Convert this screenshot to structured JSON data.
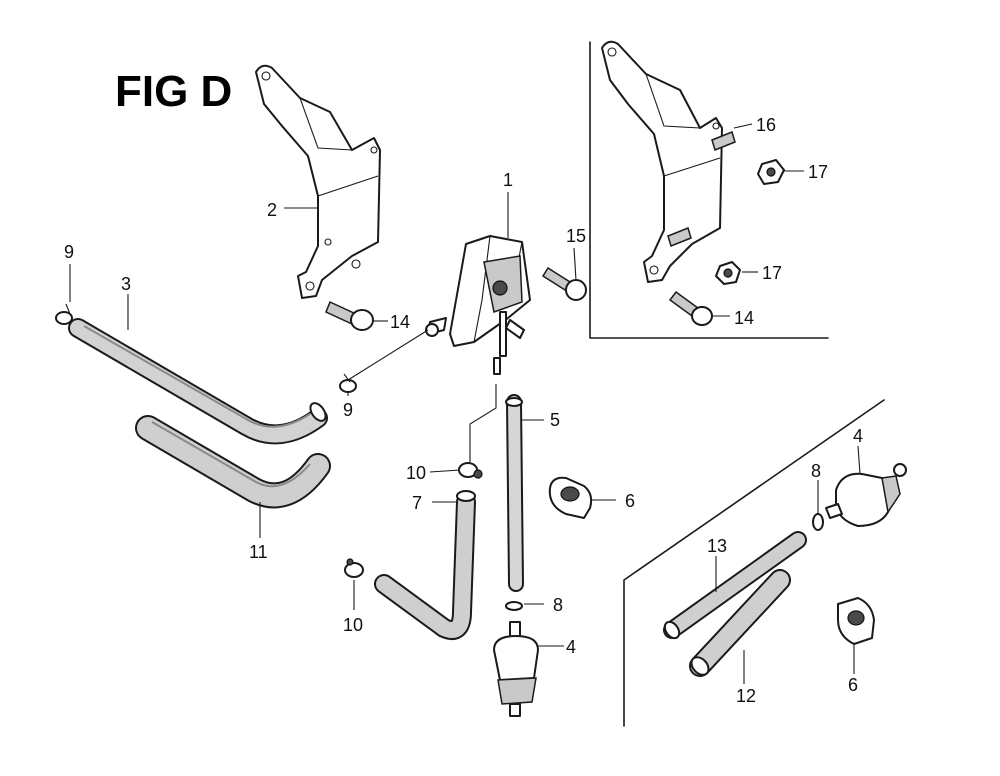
{
  "figure": {
    "title": "FIG D"
  },
  "labels": [
    {
      "id": "1",
      "text": "1"
    },
    {
      "id": "2",
      "text": "2"
    },
    {
      "id": "3",
      "text": "3"
    },
    {
      "id": "4a",
      "text": "4"
    },
    {
      "id": "4b",
      "text": "4"
    },
    {
      "id": "5",
      "text": "5"
    },
    {
      "id": "6a",
      "text": "6"
    },
    {
      "id": "6b",
      "text": "6"
    },
    {
      "id": "7",
      "text": "7"
    },
    {
      "id": "8a",
      "text": "8"
    },
    {
      "id": "8b",
      "text": "8"
    },
    {
      "id": "9a",
      "text": "9"
    },
    {
      "id": "9b",
      "text": "9"
    },
    {
      "id": "10a",
      "text": "10"
    },
    {
      "id": "10b",
      "text": "10"
    },
    {
      "id": "11",
      "text": "11"
    },
    {
      "id": "12",
      "text": "12"
    },
    {
      "id": "13",
      "text": "13"
    },
    {
      "id": "14a",
      "text": "14"
    },
    {
      "id": "14b",
      "text": "14"
    },
    {
      "id": "15",
      "text": "15"
    },
    {
      "id": "16",
      "text": "16"
    },
    {
      "id": "17a",
      "text": "17"
    },
    {
      "id": "17b",
      "text": "17"
    }
  ]
}
